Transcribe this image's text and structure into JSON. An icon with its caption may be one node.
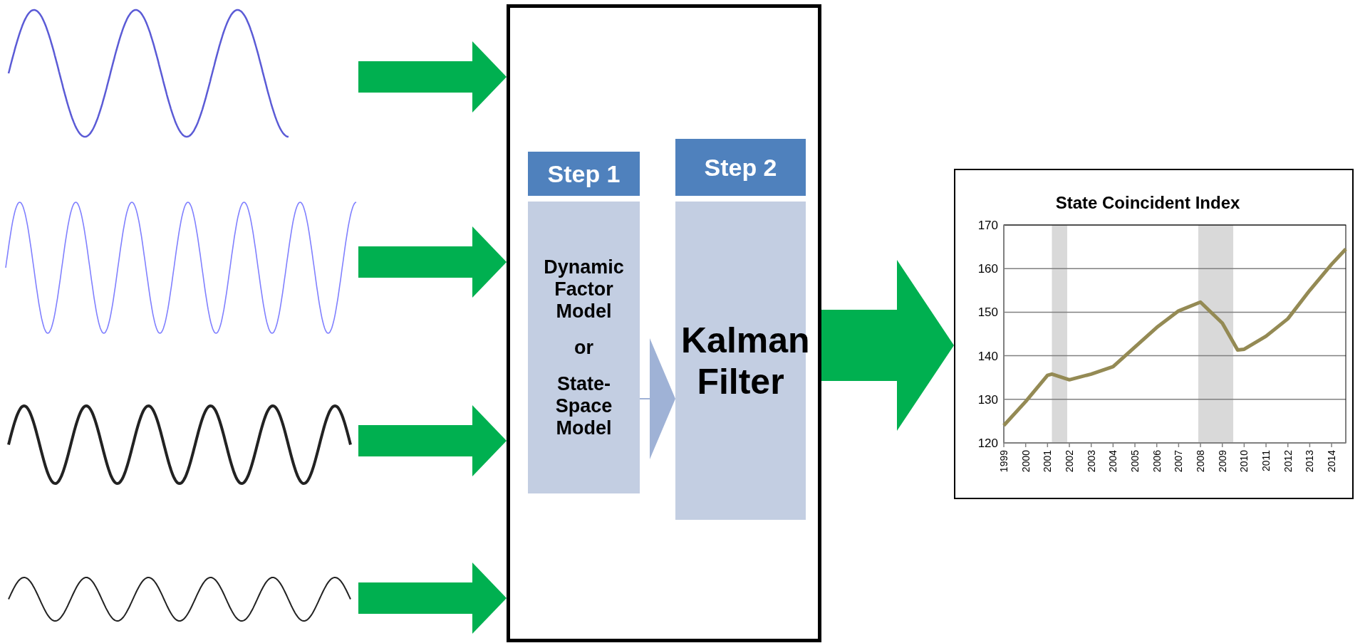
{
  "diagram": {
    "nodes": [
      {
        "text": [],
        "shape": "picture"
      },
      {
        "text": [],
        "shape": "picture"
      },
      {
        "text": [],
        "shape": "picture"
      },
      {
        "text": [],
        "shape": "picture"
      },
      {
        "text": [],
        "shape": "box"
      },
      {
        "text": [
          "Step 1",
          "Dynamic Factor Model",
          "or",
          "State-Space Model"
        ],
        "in": 4
      },
      {
        "text": [
          "Step 2",
          "Kalman Filter"
        ],
        "in": 4
      },
      {
        "text": [],
        "shape": "chart"
      }
    ],
    "edges": [
      {
        "from": 0,
        "to": 4,
        "arrow": "to"
      },
      {
        "from": 1,
        "to": 4,
        "arrow": "to"
      },
      {
        "from": 2,
        "to": 4,
        "arrow": "to"
      },
      {
        "from": 3,
        "to": 4,
        "arrow": "to"
      },
      {
        "from": 5,
        "to": 6,
        "arrow": "to",
        "color": "#9fb2d6"
      },
      {
        "from": 4,
        "to": 7,
        "arrow": "to",
        "style": "thick"
      }
    ],
    "chart_data": {
      "type": "line",
      "title": "State Coincident Index",
      "x": [
        1999,
        2000,
        2001,
        2001.2,
        2002,
        2003,
        2004,
        2005,
        2006,
        2007,
        2008,
        2009,
        2009.7,
        2010,
        2011,
        2012,
        2013,
        2014,
        2014.65
      ],
      "series": [
        {
          "color": "#948a54",
          "values": [
            124,
            129.5,
            135.5,
            135.8,
            134.5,
            135.8,
            137.5,
            142,
            146.5,
            150.3,
            152.3,
            147.5,
            141.3,
            141.5,
            144.5,
            148.5,
            155,
            161,
            164.5
          ]
        }
      ],
      "xlim": [
        1999,
        2014.65
      ],
      "ylim": [
        120,
        170
      ],
      "xticks": [
        1999,
        2000,
        2001,
        2002,
        2003,
        2004,
        2005,
        2006,
        2007,
        2008,
        2009,
        2010,
        2011,
        2012,
        2013,
        2014
      ],
      "yticks": [
        120,
        130,
        140,
        150,
        160,
        170
      ],
      "grid": true,
      "bands": [
        {
          "axis": "x",
          "from": 2001.2,
          "to": 2001.9
        },
        {
          "axis": "x",
          "from": 2007.9,
          "to": 2009.5
        }
      ]
    }
  }
}
